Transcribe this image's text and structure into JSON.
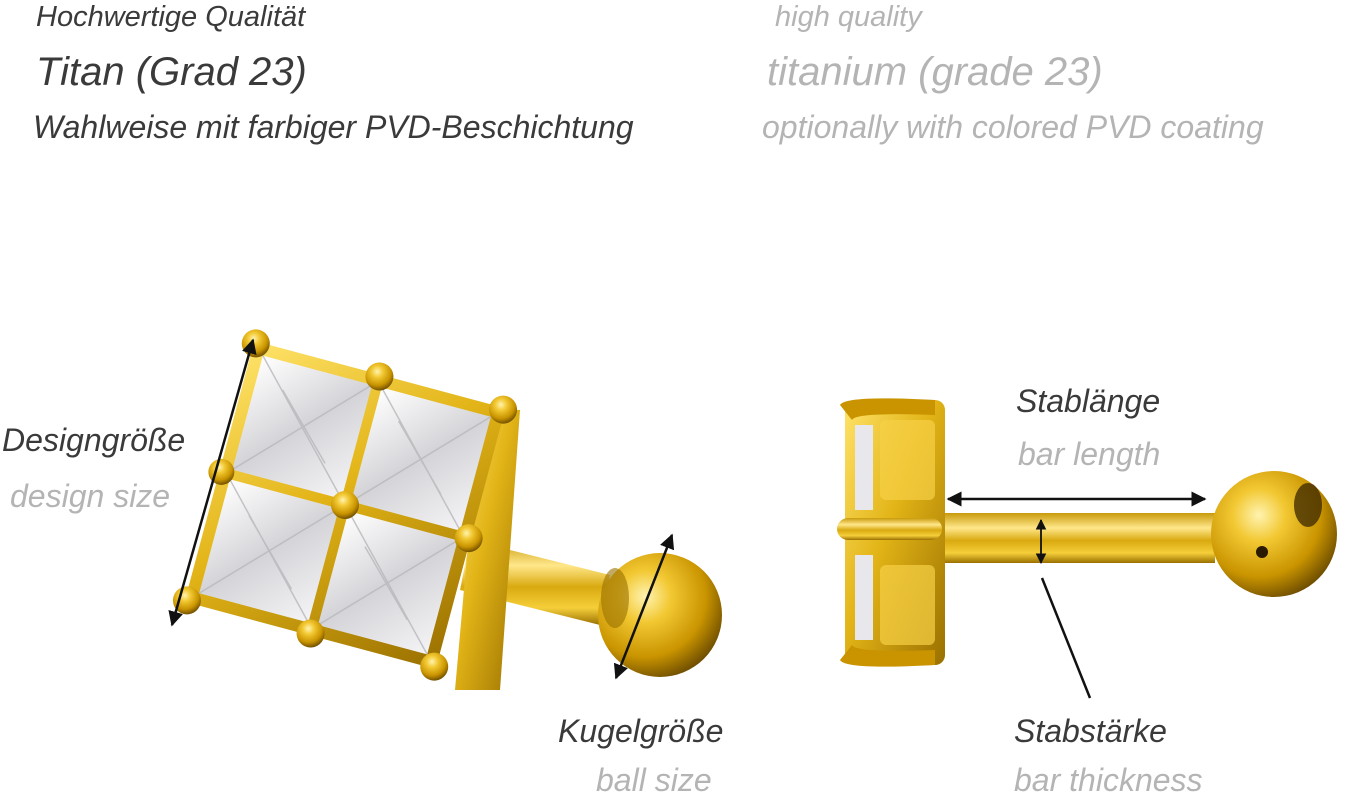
{
  "header": {
    "de": {
      "quality": "Hochwertige Qualität",
      "material": "Titan (Grad 23)",
      "coating": "Wahlweise mit farbiger PVD-Beschichtung"
    },
    "en": {
      "quality": "high quality",
      "material": "titanium (grade 23)",
      "coating": "optionally with colored PVD coating"
    }
  },
  "labels": {
    "design_size": {
      "de": "Designgröße",
      "en": "design size"
    },
    "ball_size": {
      "de": "Kugelgröße",
      "en": "ball size"
    },
    "bar_length": {
      "de": "Stablänge",
      "en": "bar length"
    },
    "bar_thickness": {
      "de": "Stabstärke",
      "en": "bar thickness"
    }
  },
  "colors": {
    "gold": "#e2b417",
    "gold_dark": "#a87c00",
    "gold_light": "#ffe36a",
    "stone": "#e8e8ea",
    "text_de": "#3a3a3a",
    "text_en": "#b4b4b4"
  }
}
